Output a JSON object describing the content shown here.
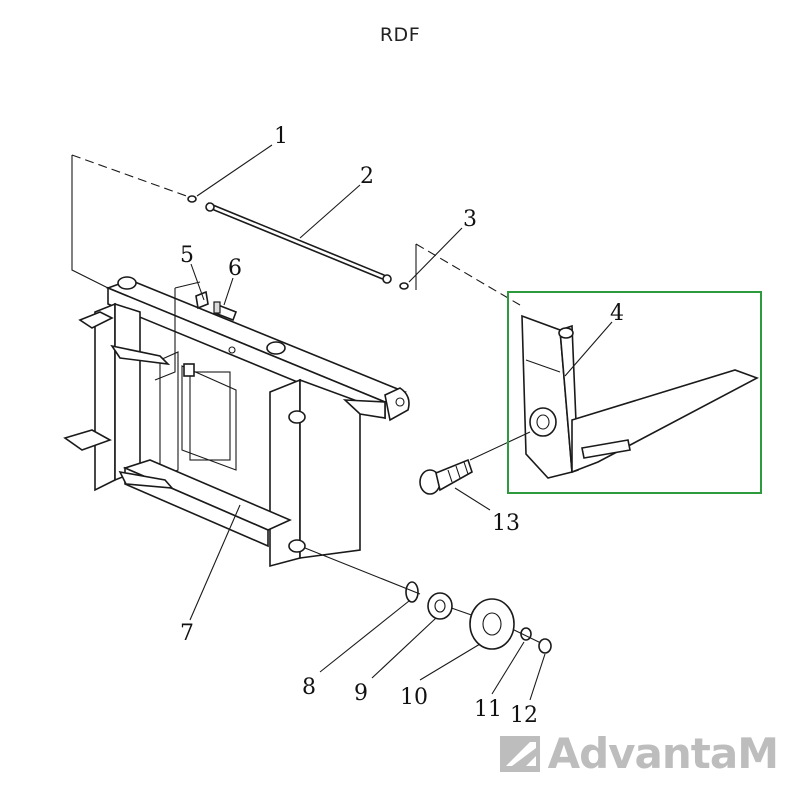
{
  "title": "RDF",
  "callouts": [
    "1",
    "2",
    "3",
    "4",
    "5",
    "6",
    "7",
    "8",
    "9",
    "10",
    "11",
    "12",
    "13"
  ],
  "highlight_color": "#2e9a3e",
  "watermark": {
    "text": "AdvantaM",
    "color": "#bdbdbd",
    "icon": "advantam-logo-icon"
  }
}
